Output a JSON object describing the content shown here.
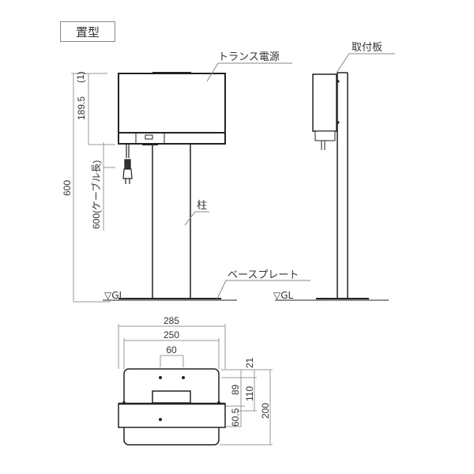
{
  "title": "置型",
  "front_view": {
    "labels": {
      "transformer": "トランス電源",
      "pillar": "柱",
      "base_plate": "ベースプレート",
      "ground_level": "▽GL"
    },
    "dimensions": {
      "top_gap": "(1)",
      "box_height": "189.5",
      "total_height": "600",
      "cable_length": "600(ケーブル長)"
    }
  },
  "side_view": {
    "labels": {
      "mounting_plate": "取付板",
      "ground_level": "▽GL"
    }
  },
  "plan_view": {
    "dimensions": {
      "overall_width": "285",
      "inner_width": "250",
      "hole_spacing": "60",
      "top_offset": "21",
      "offset_89": "89",
      "offset_110": "110",
      "overall_depth": "200",
      "plate_depth": "60.5"
    }
  },
  "colors": {
    "line": "#222222",
    "dim_line": "#999999",
    "text": "#333333"
  }
}
